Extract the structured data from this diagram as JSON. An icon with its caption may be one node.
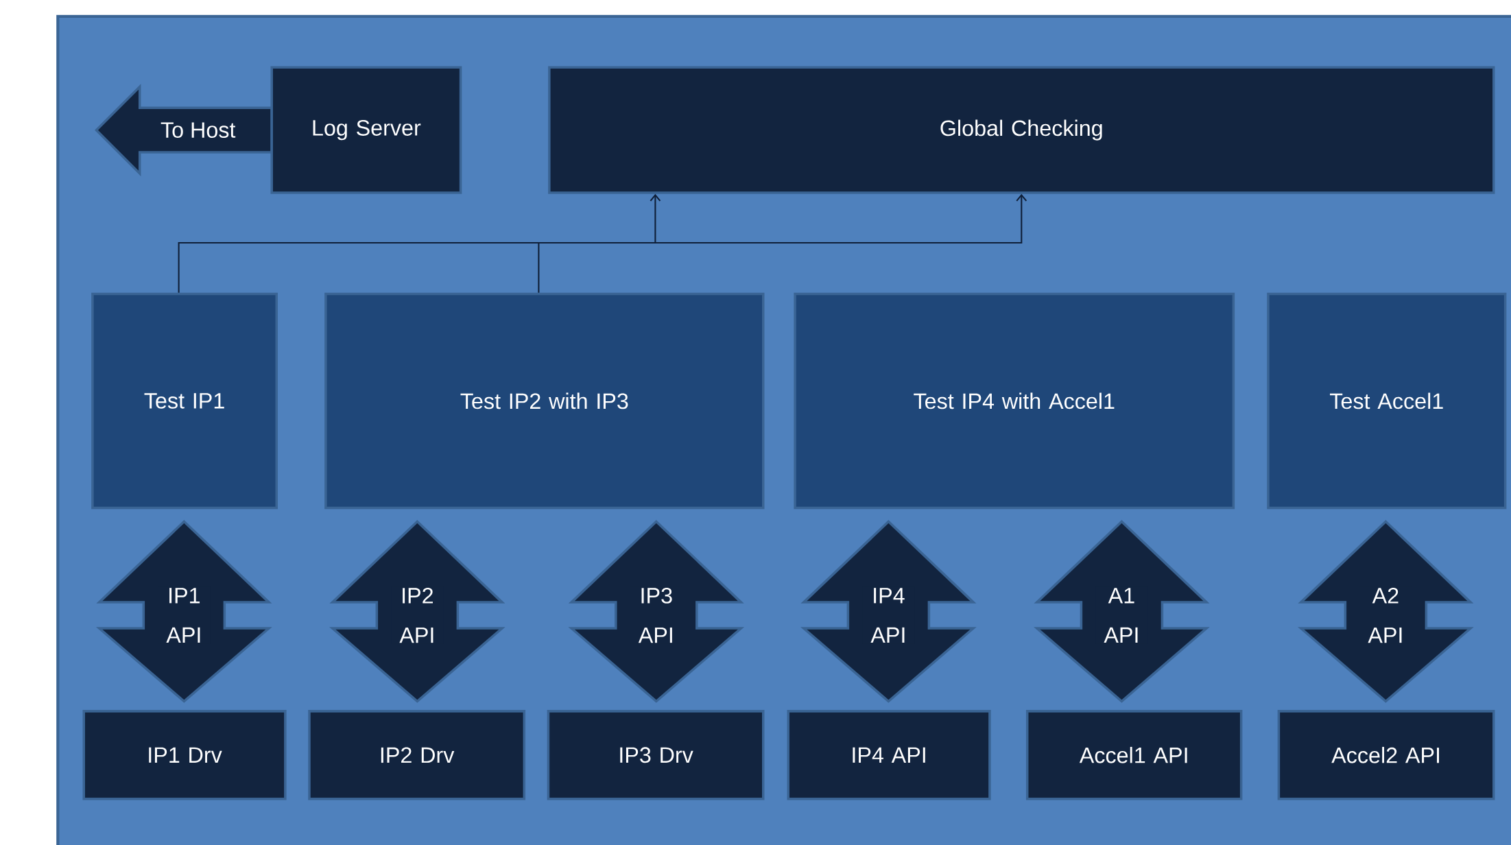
{
  "diagram": {
    "nodes": [
      {
        "text": [
          "To Host"
        ]
      },
      {
        "text": [
          "Log Server"
        ]
      },
      {
        "text": [
          "Global Checking"
        ]
      },
      {
        "text": [
          "Test IP1"
        ]
      },
      {
        "text": [
          "Test IP2 with IP3"
        ]
      },
      {
        "text": [
          "Test IP4 with Accel1"
        ]
      },
      {
        "text": [
          "Test Accel1"
        ]
      },
      {
        "text": [
          "IP1 Drv"
        ]
      },
      {
        "text": [
          "IP2 Drv"
        ]
      },
      {
        "text": [
          "IP3 Drv"
        ]
      },
      {
        "text": [
          "IP4 API"
        ]
      },
      {
        "text": [
          "Accel1 API"
        ]
      },
      {
        "text": [
          "Accel2 API"
        ]
      }
    ],
    "edges": [
      {
        "from": 3,
        "to": 2,
        "arrow": "to"
      },
      {
        "from": 4,
        "to": 2,
        "arrow": "to"
      },
      {
        "from": 3,
        "to": 7,
        "arrow": "both",
        "label": "IP1 API"
      },
      {
        "from": 4,
        "to": 8,
        "arrow": "both",
        "label": "IP2 API"
      },
      {
        "from": 4,
        "to": 9,
        "arrow": "both",
        "label": "IP3 API"
      },
      {
        "from": 5,
        "to": 10,
        "arrow": "both",
        "label": "IP4 API"
      },
      {
        "from": 5,
        "to": 11,
        "arrow": "both",
        "label": "A1 API"
      },
      {
        "from": 6,
        "to": 12,
        "arrow": "both",
        "label": "A2 API"
      }
    ]
  }
}
